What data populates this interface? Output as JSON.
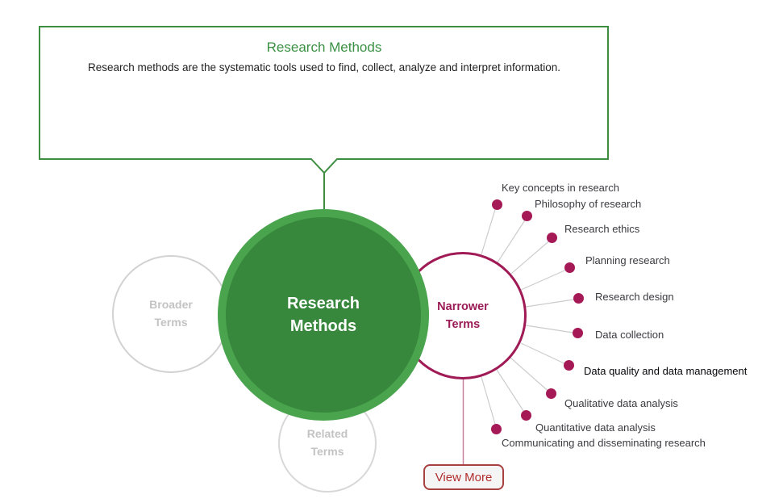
{
  "infobox": {
    "title": "Research Methods",
    "description": "Research methods are the systematic tools used to find, collect, analyze and interpret information."
  },
  "central": {
    "label": "Research Methods"
  },
  "groups": {
    "broader": "Broader Terms",
    "related": "Related Terms",
    "narrower": "Narrower Terms"
  },
  "narrower_terms": [
    {
      "label": "Key concepts in research"
    },
    {
      "label": "Philosophy of research"
    },
    {
      "label": "Research ethics"
    },
    {
      "label": "Planning research"
    },
    {
      "label": "Research design"
    },
    {
      "label": "Data collection"
    },
    {
      "label": "Data quality and data management",
      "highlighted": true
    },
    {
      "label": "Qualitative data analysis"
    },
    {
      "label": "Quantitative data analysis"
    },
    {
      "label": "Communicating and disseminating research"
    }
  ],
  "view_more": {
    "label": "View More"
  },
  "colors": {
    "green_border": "#3e8e41",
    "green_title": "#3a9043",
    "green_circle_fill": "#37873c",
    "green_circle_ring": "#4aa44e",
    "crimson": "#a01a56",
    "pink_connector": "#c97f9e",
    "connector_gray": "#cccccc",
    "gray_circle_border": "#d2d2d2",
    "gray_circle_text": "#c3c3c3",
    "view_more_red": "#b22e2e",
    "label_text": "#3a3a40"
  }
}
